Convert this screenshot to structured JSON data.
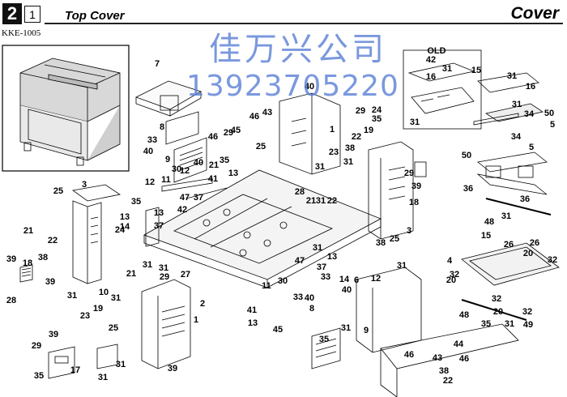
{
  "header": {
    "section_number": "2",
    "sub_number": "1",
    "title": "Top Cover",
    "category": "Cover",
    "model": "KKE-1005"
  },
  "watermark": {
    "line1": "佳万兴公司",
    "line2": "13923705220"
  },
  "old_label": "OLD",
  "callouts": [
    {
      "name": "callout-7",
      "text": "7"
    },
    {
      "name": "callout-8",
      "text": "8"
    },
    {
      "name": "callout-33-a",
      "text": "33"
    },
    {
      "name": "callout-40-a",
      "text": "40"
    },
    {
      "name": "callout-46-a",
      "text": "46"
    },
    {
      "name": "callout-9-a",
      "text": "9"
    },
    {
      "name": "callout-12-a",
      "text": "12"
    },
    {
      "name": "callout-11-a",
      "text": "11"
    },
    {
      "name": "callout-30-a",
      "text": "30"
    },
    {
      "name": "callout-12-b",
      "text": "12"
    },
    {
      "name": "callout-40-b",
      "text": "40"
    },
    {
      "name": "callout-21-a",
      "text": "21"
    },
    {
      "name": "callout-35-a",
      "text": "35"
    },
    {
      "name": "callout-13-a",
      "text": "13"
    },
    {
      "name": "callout-41-a",
      "text": "41"
    },
    {
      "name": "callout-47-a",
      "text": "47"
    },
    {
      "name": "callout-37-a",
      "text": "37"
    },
    {
      "name": "callout-42-a",
      "text": "42"
    },
    {
      "name": "callout-35-b",
      "text": "35"
    },
    {
      "name": "callout-13-b",
      "text": "13"
    },
    {
      "name": "callout-14-a",
      "text": "14"
    },
    {
      "name": "callout-13-c",
      "text": "13"
    },
    {
      "name": "callout-37-b",
      "text": "37"
    },
    {
      "name": "callout-3-a",
      "text": "3"
    },
    {
      "name": "callout-25-a",
      "text": "25"
    },
    {
      "name": "callout-24-a",
      "text": "24"
    },
    {
      "name": "callout-21-b",
      "text": "21"
    },
    {
      "name": "callout-22-a",
      "text": "22"
    },
    {
      "name": "callout-38-a",
      "text": "38"
    },
    {
      "name": "callout-39-a",
      "text": "39"
    },
    {
      "name": "callout-18-a",
      "text": "18"
    },
    {
      "name": "callout-28-a",
      "text": "28"
    },
    {
      "name": "callout-39-b",
      "text": "39"
    },
    {
      "name": "callout-31-a",
      "text": "31"
    },
    {
      "name": "callout-29-a",
      "text": "29"
    },
    {
      "name": "callout-45-a",
      "text": "45"
    },
    {
      "name": "callout-46-b",
      "text": "46"
    },
    {
      "name": "callout-43-a",
      "text": "43"
    },
    {
      "name": "callout-40-c",
      "text": "40"
    },
    {
      "name": "callout-29-b",
      "text": "29"
    },
    {
      "name": "callout-24-b",
      "text": "24"
    },
    {
      "name": "callout-35-c",
      "text": "35"
    },
    {
      "name": "callout-19-a",
      "text": "19"
    },
    {
      "name": "callout-1-a",
      "text": "1"
    },
    {
      "name": "callout-25-b",
      "text": "25"
    },
    {
      "name": "callout-23-a",
      "text": "23"
    },
    {
      "name": "callout-31-b",
      "text": "31"
    },
    {
      "name": "callout-22-b",
      "text": "22"
    },
    {
      "name": "callout-38-b",
      "text": "38"
    },
    {
      "name": "callout-31-c",
      "text": "31"
    },
    {
      "name": "callout-29-c",
      "text": "29"
    },
    {
      "name": "callout-39-c",
      "text": "39"
    },
    {
      "name": "callout-18-b",
      "text": "18"
    },
    {
      "name": "callout-28-b",
      "text": "28"
    },
    {
      "name": "callout-21-c",
      "text": "21"
    },
    {
      "name": "callout-31-d",
      "text": "31"
    },
    {
      "name": "callout-22-c",
      "text": "22"
    },
    {
      "name": "callout-38-c",
      "text": "38"
    },
    {
      "name": "callout-25-c",
      "text": "25"
    },
    {
      "name": "callout-3-b",
      "text": "3"
    },
    {
      "name": "callout-31-e",
      "text": "31"
    },
    {
      "name": "callout-47-b",
      "text": "47"
    },
    {
      "name": "callout-42-b",
      "text": "42"
    },
    {
      "name": "callout-31-old-1",
      "text": "31"
    },
    {
      "name": "callout-16-a",
      "text": "16"
    },
    {
      "name": "callout-31-old-2",
      "text": "31"
    },
    {
      "name": "callout-15-a",
      "text": "15"
    },
    {
      "name": "callout-31-f",
      "text": "31"
    },
    {
      "name": "callout-16-b",
      "text": "16"
    },
    {
      "name": "callout-31-g",
      "text": "31"
    },
    {
      "name": "callout-34-a",
      "text": "34"
    },
    {
      "name": "callout-50-a",
      "text": "50"
    },
    {
      "name": "callout-5-a",
      "text": "5"
    },
    {
      "name": "callout-34-b",
      "text": "34"
    },
    {
      "name": "callout-50-b",
      "text": "50"
    },
    {
      "name": "callout-5-b",
      "text": "5"
    },
    {
      "name": "callout-36-a",
      "text": "36"
    },
    {
      "name": "callout-36-b",
      "text": "36"
    },
    {
      "name": "callout-31-h",
      "text": "31"
    },
    {
      "name": "callout-15-b",
      "text": "15"
    },
    {
      "name": "callout-48-a",
      "text": "48"
    },
    {
      "name": "callout-26-a",
      "text": "26"
    },
    {
      "name": "callout-26-b",
      "text": "26"
    },
    {
      "name": "callout-20-a",
      "text": "20"
    },
    {
      "name": "callout-32-a",
      "text": "32"
    },
    {
      "name": "callout-4-a",
      "text": "4"
    },
    {
      "name": "callout-32-b",
      "text": "32"
    },
    {
      "name": "callout-20-b",
      "text": "20"
    },
    {
      "name": "callout-32-c",
      "text": "32"
    },
    {
      "name": "callout-20-c",
      "text": "20"
    },
    {
      "name": "callout-31-i",
      "text": "31"
    },
    {
      "name": "callout-32-d",
      "text": "32"
    },
    {
      "name": "callout-49-a",
      "text": "49"
    },
    {
      "name": "callout-48-b",
      "text": "48"
    },
    {
      "name": "callout-35-d",
      "text": "35"
    },
    {
      "name": "callout-13-d",
      "text": "13"
    },
    {
      "name": "callout-37-c",
      "text": "37"
    },
    {
      "name": "callout-33-b",
      "text": "33"
    },
    {
      "name": "callout-14-b",
      "text": "14"
    },
    {
      "name": "callout-40-d",
      "text": "40"
    },
    {
      "name": "callout-6-a",
      "text": "6"
    },
    {
      "name": "callout-31-j",
      "text": "31"
    },
    {
      "name": "callout-12-c",
      "text": "12"
    },
    {
      "name": "callout-11-b",
      "text": "11"
    },
    {
      "name": "callout-30-b",
      "text": "30"
    },
    {
      "name": "callout-33-c",
      "text": "33"
    },
    {
      "name": "callout-40-e",
      "text": "40"
    },
    {
      "name": "callout-8-b",
      "text": "8"
    },
    {
      "name": "callout-31-k",
      "text": "31"
    },
    {
      "name": "callout-9-b",
      "text": "9"
    },
    {
      "name": "callout-35-e",
      "text": "35"
    },
    {
      "name": "callout-41-b",
      "text": "41"
    },
    {
      "name": "callout-13-e",
      "text": "13"
    },
    {
      "name": "callout-45-b",
      "text": "45"
    },
    {
      "name": "callout-46-c",
      "text": "46"
    },
    {
      "name": "callout-43-b",
      "text": "43"
    },
    {
      "name": "callout-44-a",
      "text": "44"
    },
    {
      "name": "callout-46-d",
      "text": "46"
    },
    {
      "name": "callout-38-d",
      "text": "38"
    },
    {
      "name": "callout-22-d",
      "text": "22"
    },
    {
      "name": "callout-21-d",
      "text": "21"
    },
    {
      "name": "callout-31-l",
      "text": "31"
    },
    {
      "name": "callout-31-m",
      "text": "31"
    },
    {
      "name": "callout-29-d",
      "text": "29"
    },
    {
      "name": "callout-27-a",
      "text": "27"
    },
    {
      "name": "callout-10-a",
      "text": "10"
    },
    {
      "name": "callout-31-n",
      "text": "31"
    },
    {
      "name": "callout-19-b",
      "text": "19"
    },
    {
      "name": "callout-23-b",
      "text": "23"
    },
    {
      "name": "callout-25-d",
      "text": "25"
    },
    {
      "name": "callout-1-b",
      "text": "1"
    },
    {
      "name": "callout-2-a",
      "text": "2"
    },
    {
      "name": "callout-39-d",
      "text": "39"
    },
    {
      "name": "callout-39-e",
      "text": "39"
    },
    {
      "name": "callout-29-e",
      "text": "29"
    },
    {
      "name": "callout-17-a",
      "text": "17"
    },
    {
      "name": "callout-35-f",
      "text": "35"
    },
    {
      "name": "callout-31-o",
      "text": "31"
    },
    {
      "name": "callout-31-p",
      "text": "31"
    }
  ]
}
